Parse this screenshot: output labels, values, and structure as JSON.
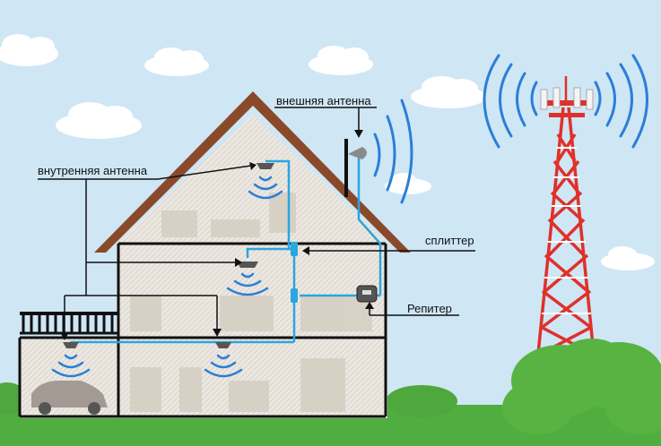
{
  "labels": {
    "external_antenna": "внешняя антенна",
    "internal_antenna": "внутренняя антенна",
    "splitter": "сплиттер",
    "repeater": "Репитер"
  },
  "colors": {
    "sky": "#cfe6f5",
    "grass": "#4fae3f",
    "roof": "#8a4a2a",
    "cable": "#2aa6e0",
    "signal_wave": "#2b7fd6",
    "tower_red": "#e0302a",
    "tower_white": "#f2f2f2",
    "bush": "#58b343"
  },
  "icons": {
    "external_antenna": "panel-antenna-icon",
    "internal_antenna": "ceiling-antenna-icon",
    "repeater": "repeater-box-icon",
    "tower": "cell-tower-icon"
  }
}
